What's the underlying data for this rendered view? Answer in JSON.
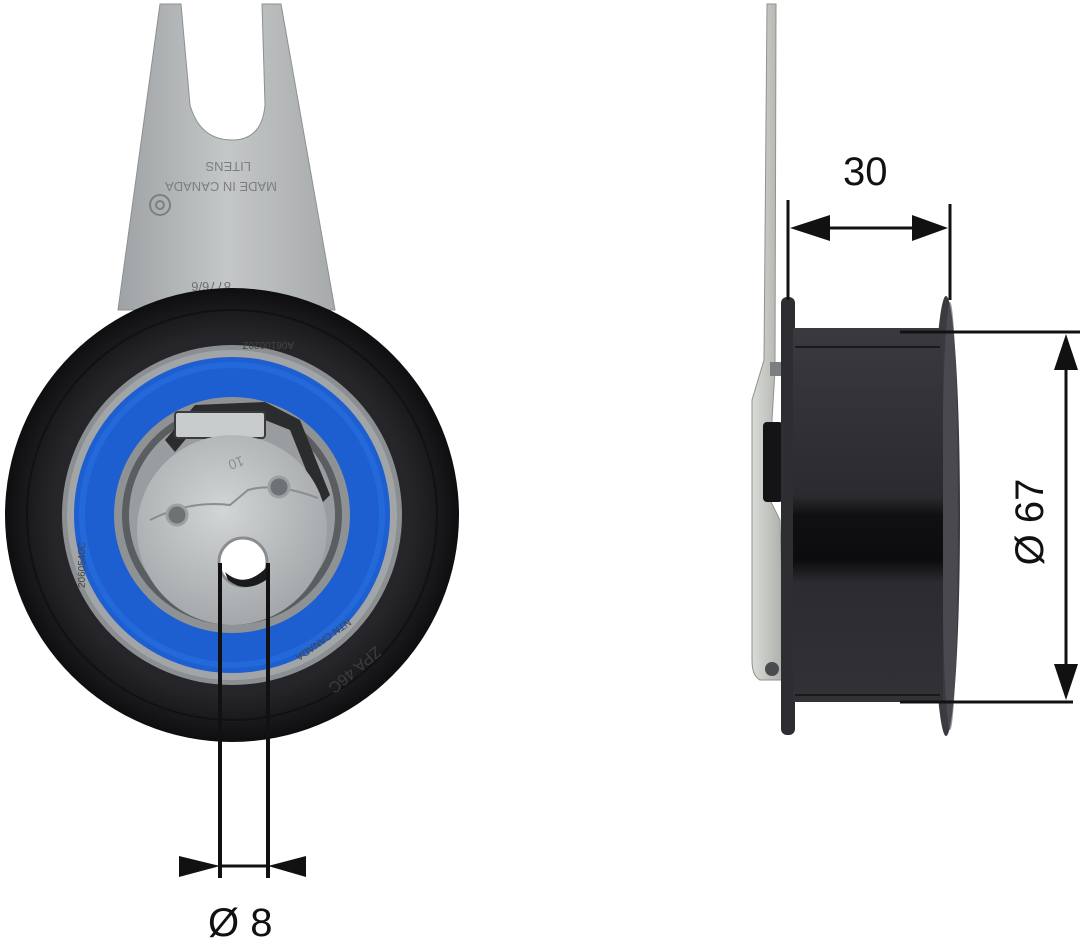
{
  "figure": {
    "subject": "Timing belt tensioner pulley",
    "views": [
      {
        "name": "front-view",
        "description": "Pulley face with bracket fork arm on top"
      },
      {
        "name": "side-view",
        "description": "Pulley profile with bracket plate on left"
      }
    ]
  },
  "dimensions": {
    "width": {
      "label": "30",
      "value": 30,
      "unit": "mm",
      "view": "side-view"
    },
    "outer_diameter": {
      "label": "Ø 67",
      "value": 67,
      "unit": "mm",
      "view": "side-view"
    },
    "bore_diameter": {
      "label": "Ø 8",
      "value": 8,
      "unit": "mm",
      "view": "front-view"
    }
  },
  "engravings": {
    "bracket_line1": "MADE IN CANADA",
    "bracket_line2": "LITENS",
    "bracket_part": "8776/6",
    "bearing_top": "A0610020Z",
    "bearing_left": "2060540C",
    "bearing_bottom": "NTN CANADA",
    "rim_bottom": "ZPA 46C",
    "hub_marks": "10"
  },
  "colors": {
    "background": "#ffffff",
    "pulley_black": "#1c1c1e",
    "bearing_seal_blue": "#1d5fd0",
    "metal_silver": "#b9bcbd",
    "dimension_line": "#111111"
  }
}
